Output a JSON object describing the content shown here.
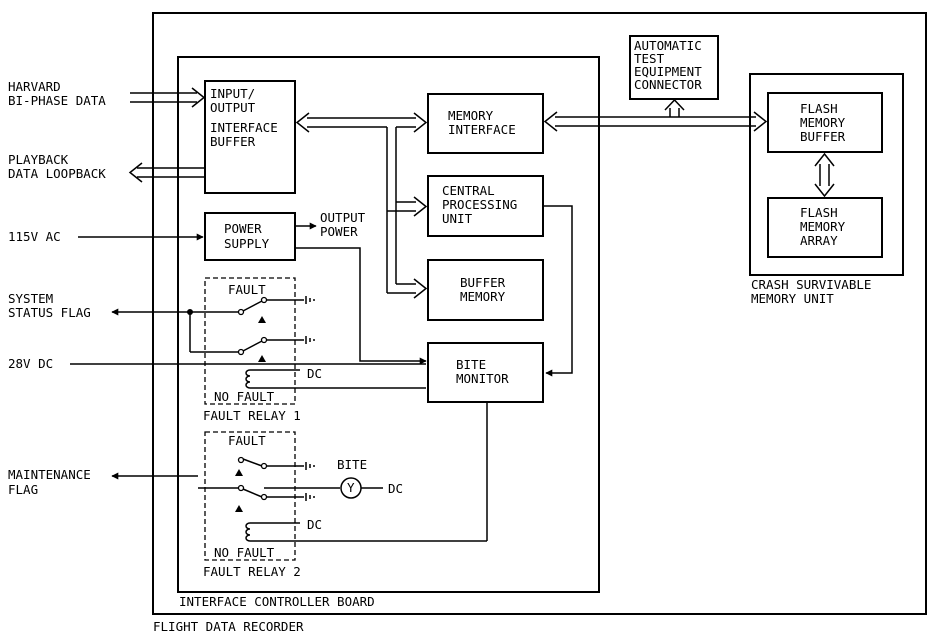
{
  "recorder": {
    "title": "FLIGHT DATA RECORDER",
    "board_title": "INTERFACE CONTROLLER BOARD",
    "csmu_title_1": "CRASH SURVIVABLE",
    "csmu_title_2": "MEMORY UNIT"
  },
  "inputs": {
    "harvard_1": "HARVARD",
    "harvard_2": "BI-PHASE DATA",
    "playback_1": "PLAYBACK",
    "playback_2": "DATA LOOPBACK",
    "ac": "115V AC",
    "status_1": "SYSTEM",
    "status_2": "STATUS FLAG",
    "dc28": "28V DC",
    "maint_1": "MAINTENANCE",
    "maint_2": "FLAG"
  },
  "blocks": {
    "io_1": "INPUT/",
    "io_2": "OUTPUT",
    "io_3": "INTERFACE",
    "io_4": "BUFFER",
    "psu_1": "POWER",
    "psu_2": "SUPPLY",
    "outpow_1": "OUTPUT",
    "outpow_2": "POWER",
    "memif_1": "MEMORY",
    "memif_2": "INTERFACE",
    "cpu_1": "CENTRAL",
    "cpu_2": "PROCESSING",
    "cpu_3": "UNIT",
    "bufmem_1": "BUFFER",
    "bufmem_2": "MEMORY",
    "bite_1": "BITE",
    "bite_2": "MONITOR",
    "ate_1": "AUTOMATIC",
    "ate_2": "TEST",
    "ate_3": "EQUIPMENT",
    "ate_4": "CONNECTOR",
    "flashbuf_1": "FLASH",
    "flashbuf_2": "MEMORY",
    "flashbuf_3": "BUFFER",
    "flasharr_1": "FLASH",
    "flasharr_2": "MEMORY",
    "flasharr_3": "ARRAY"
  },
  "relays": {
    "fault": "FAULT",
    "no_fault": "NO FAULT",
    "relay1": "FAULT RELAY 1",
    "relay2": "FAULT RELAY 2",
    "dc": "DC",
    "bite_lamp": "BITE",
    "lamp_symbol": "Y"
  }
}
